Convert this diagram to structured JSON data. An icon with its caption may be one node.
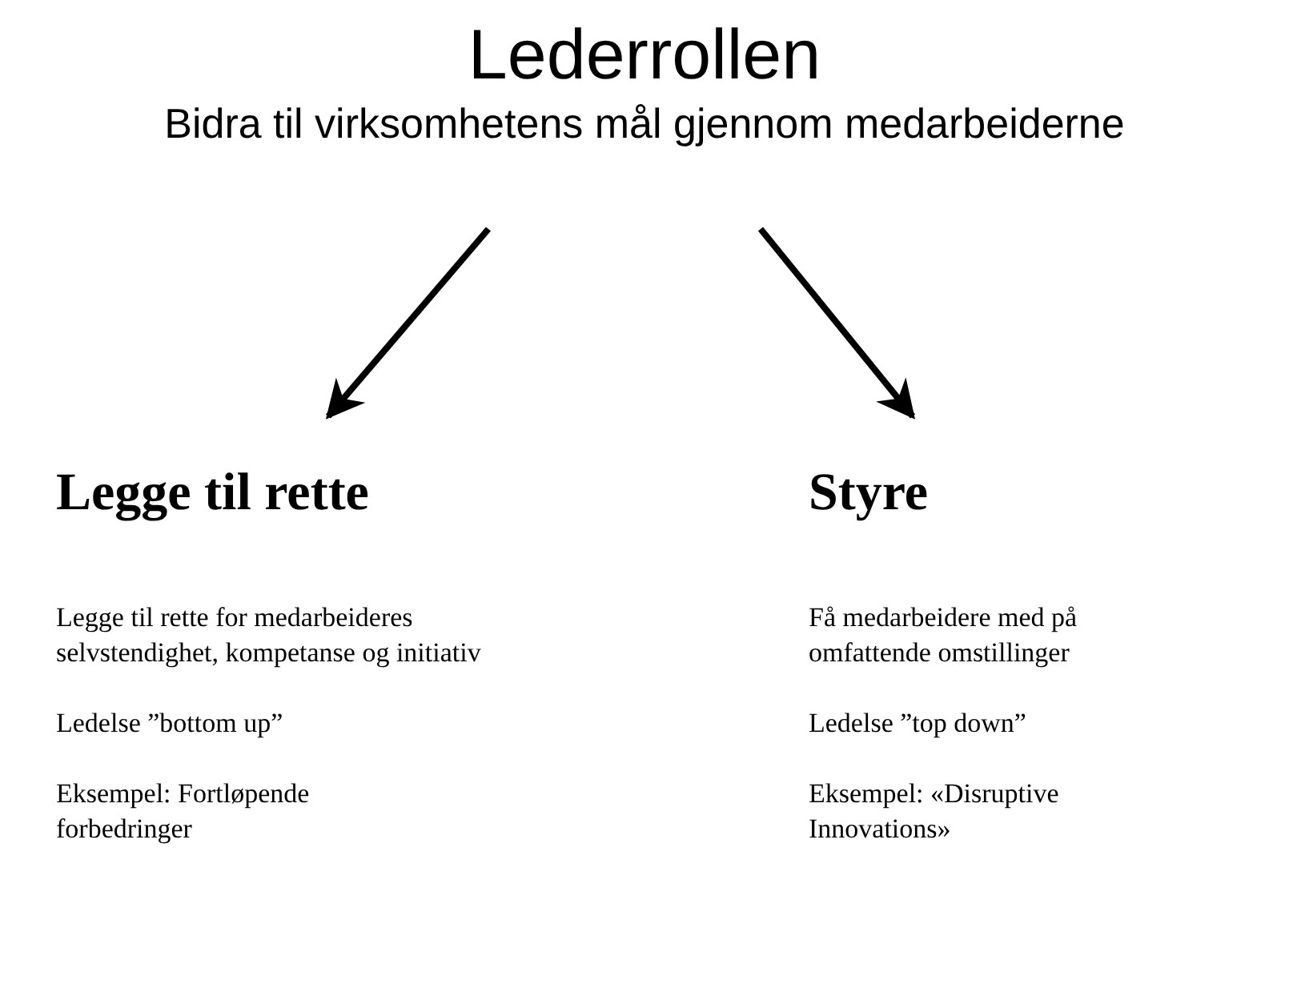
{
  "diagram": {
    "nodes": [
      {
        "text": [
          "Lederrollen",
          "Bidra til virksomhetens mål gjennom medarbeiderne"
        ]
      },
      {
        "text": [
          "Legge til rette",
          "Legge til rette for medarbeideres selvstendighet, kompetanse og initiativ",
          "Ledelse ”bottom up”",
          "Eksempel: Fortløpende forbedringer"
        ]
      },
      {
        "text": [
          "Styre",
          "Få medarbeidere med på omfattende omstillinger",
          "Ledelse ”top down”",
          "Eksempel: «Disruptive Innovations»"
        ]
      }
    ],
    "edges": [
      {
        "from": 0,
        "to": 1,
        "arrow": "to"
      },
      {
        "from": 0,
        "to": 2,
        "arrow": "to"
      }
    ]
  }
}
